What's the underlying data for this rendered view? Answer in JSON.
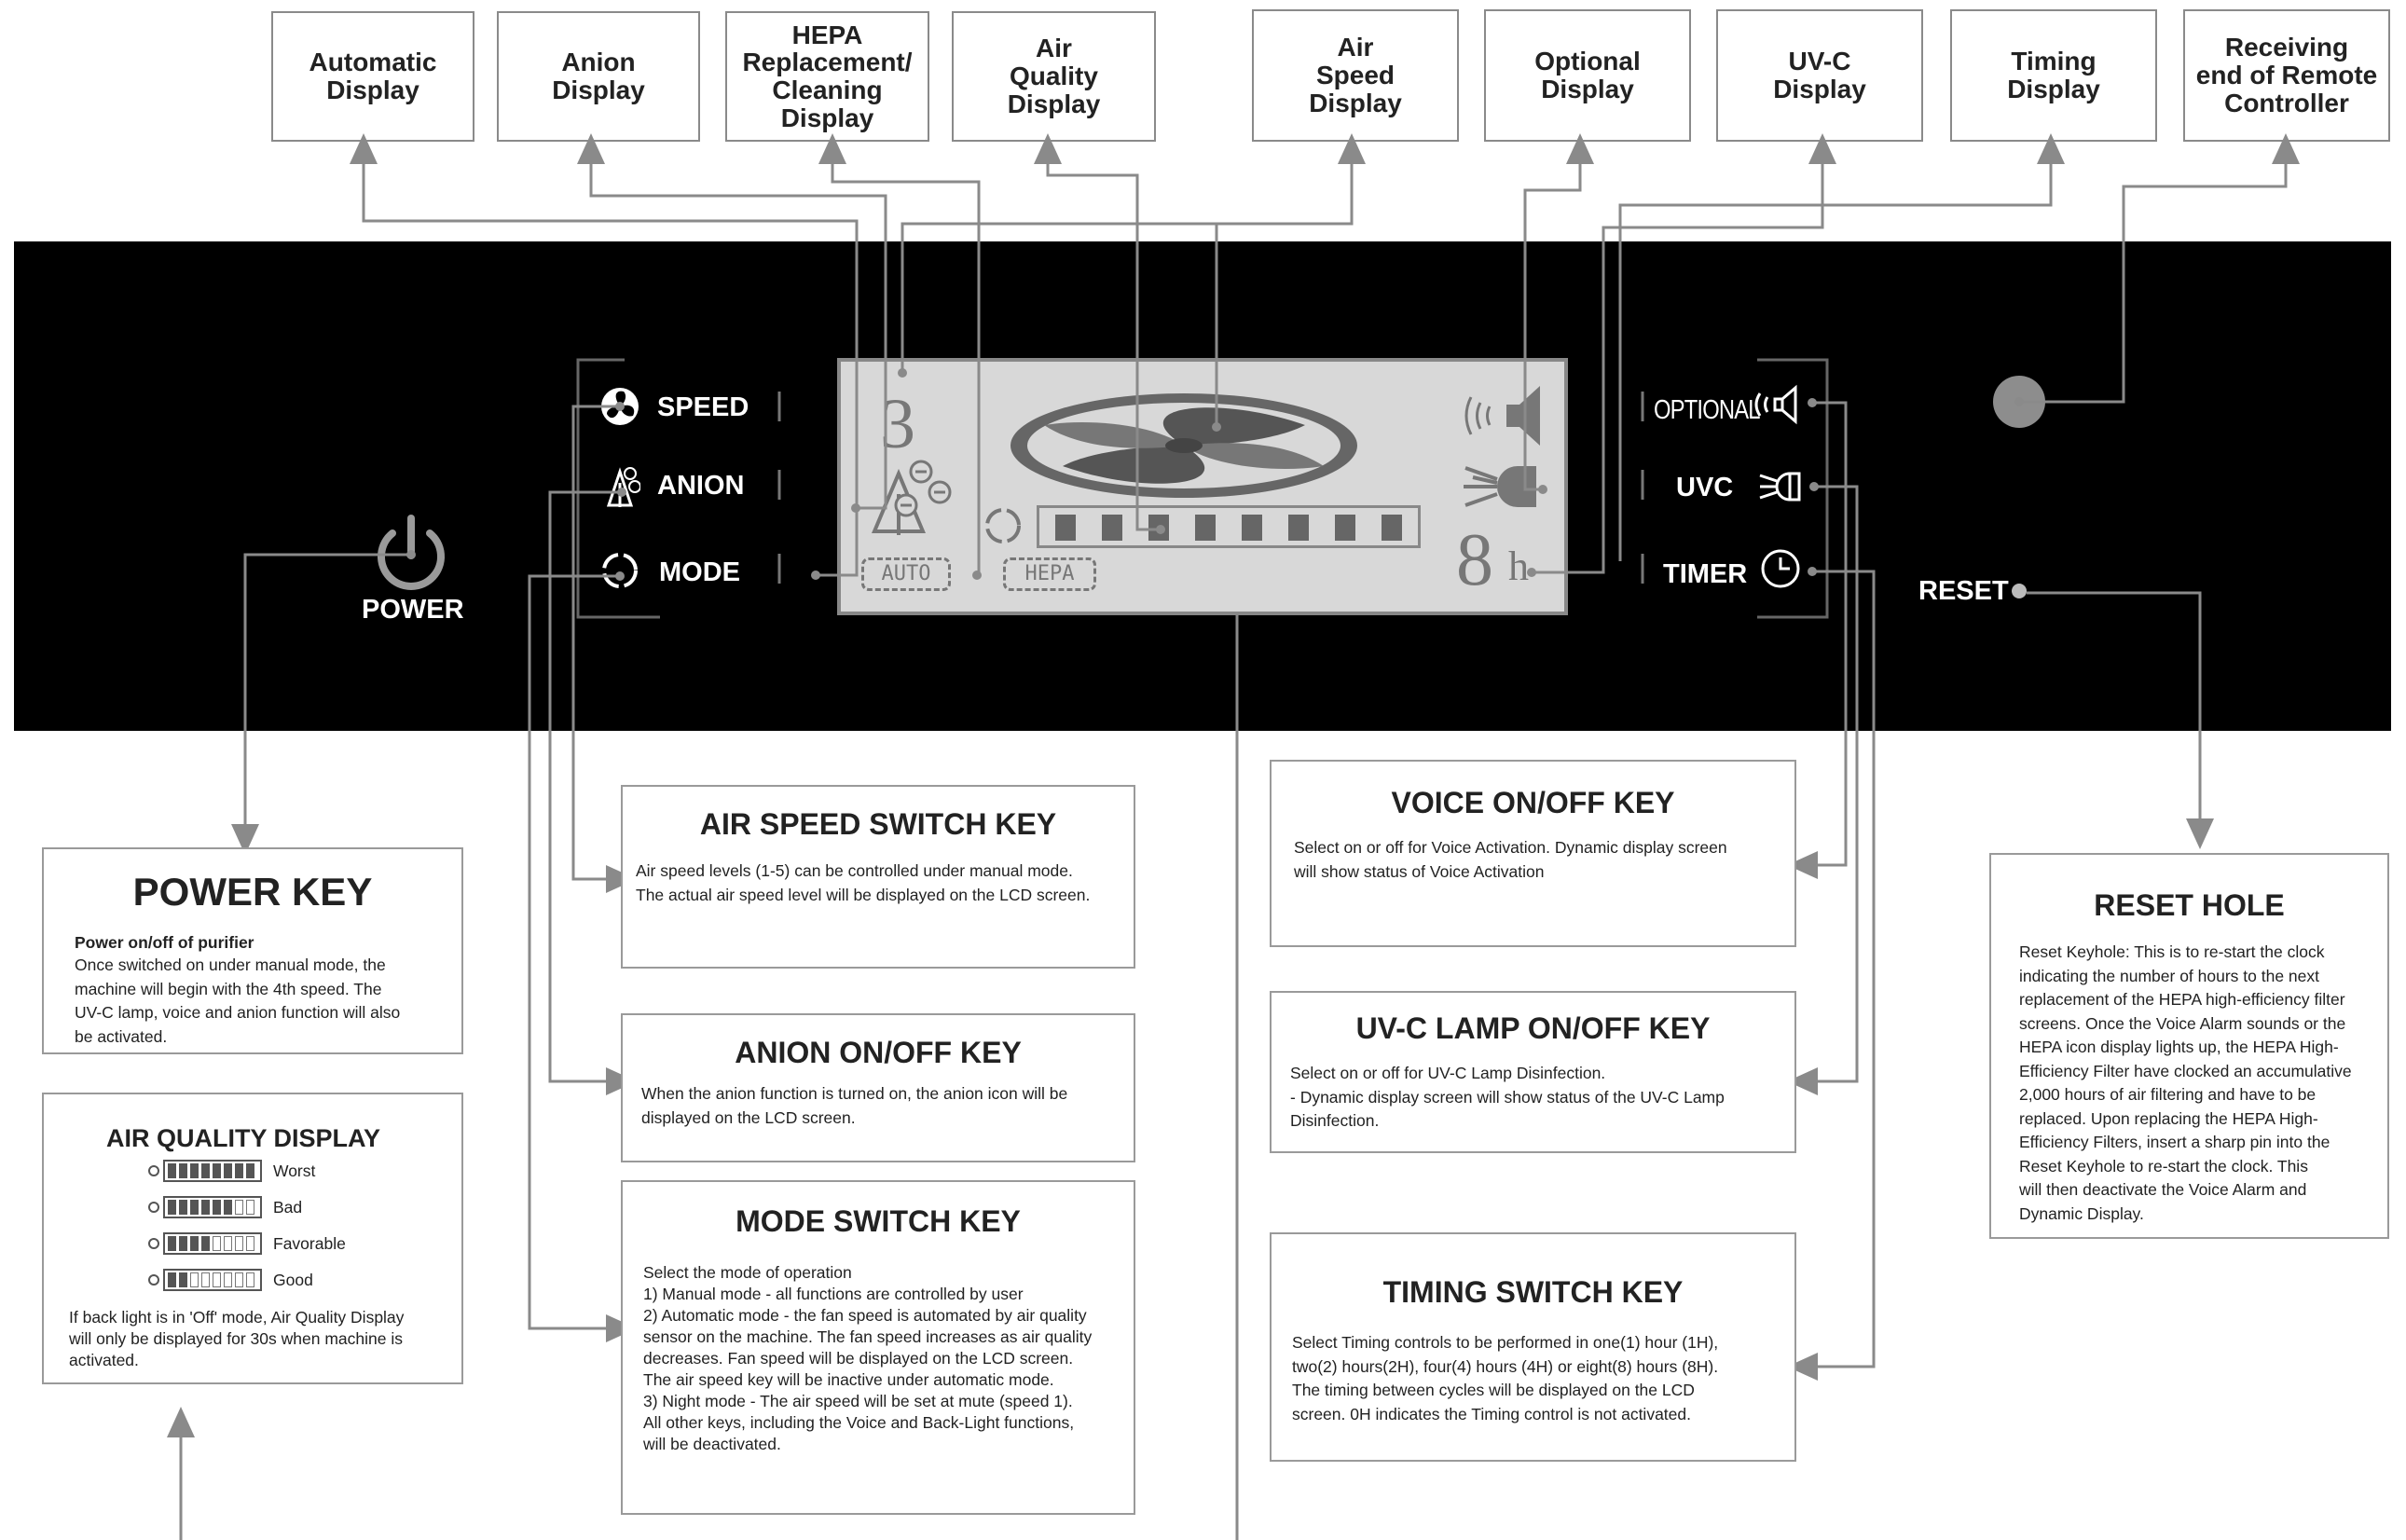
{
  "top_labels": [
    "Automatic\nDisplay",
    "Anion\nDisplay",
    "HEPA\nReplacement/\nCleaning\nDisplay",
    "Air\nQuality\nDisplay",
    "Air\nSpeed\nDisplay",
    "Optional\nDisplay",
    "UV-C\nDisplay",
    "Timing\nDisplay",
    "Receiving\nend of Remote\nController"
  ],
  "panel": {
    "power": "POWER",
    "speed": "SPEED",
    "anion": "ANION",
    "mode": "MODE",
    "optional": "OPTIONAL",
    "uvc": "UVC",
    "timer": "TIMER",
    "reset": "RESET"
  },
  "lcd": {
    "speed_digit": "3",
    "timer_digit": "8",
    "timer_unit": "h",
    "auto": "AUTO",
    "hepa": "HEPA",
    "air_quality_level": 8
  },
  "power_key": {
    "title": "POWER KEY",
    "subtitle": "Power on/off of purifier",
    "text": "Once switched on under manual mode, the\nmachine will begin with the 4th speed.  The\nUV-C lamp, voice and anion function will also\nbe activated."
  },
  "air_quality": {
    "title": "AIR QUALITY DISPLAY",
    "rows": [
      {
        "label": "Worst",
        "filled": 8
      },
      {
        "label": "Bad",
        "filled": 6
      },
      {
        "label": "Favorable",
        "filled": 4
      },
      {
        "label": "Good",
        "filled": 2
      }
    ],
    "text": "If back light is in 'Off' mode, Air Quality Display\nwill only be displayed for 30s when machine is\nactivated."
  },
  "air_speed_key": {
    "title": "AIR SPEED SWITCH KEY",
    "text": "Air speed levels (1-5) can be controlled under manual mode.\nThe actual air speed level will be displayed on the LCD screen."
  },
  "anion_key": {
    "title": "ANION ON/OFF KEY",
    "text": "When the anion function is  turned on, the anion icon will be\ndisplayed on the LCD screen."
  },
  "mode_key": {
    "title": "MODE SWITCH KEY",
    "text": "Select the mode of operation\n1) Manual mode - all functions are controlled by user\n2) Automatic mode - the fan speed is automated by air quality\nsensor on the machine. The fan speed increases as air quality\ndecreases.  Fan speed will be displayed on the LCD screen.\nThe air speed key will be inactive under automatic mode.\n3) Night mode - The air speed will be set at mute (speed 1).\nAll other keys, including the Voice and Back-Light functions,\nwill be deactivated."
  },
  "voice_key": {
    "title": "VOICE ON/OFF KEY",
    "text": "Select on or off for Voice Activation. Dynamic display screen\nwill show status of Voice Activation"
  },
  "uvc_key": {
    "title": "UV-C LAMP ON/OFF KEY",
    "text": "Select on or off for UV-C Lamp Disinfection.\n- Dynamic display screen will show status of the UV-C Lamp\n  Disinfection."
  },
  "timing_key": {
    "title": "TIMING SWITCH KEY",
    "text": "Select Timing controls  to be performed in one(1) hour (1H),\ntwo(2) hours(2H), four(4) hours (4H)  or eight(8) hours (8H).\nThe timing between cycles will be displayed on the LCD\nscreen. 0H indicates the Timing control is not  activated."
  },
  "reset_hole": {
    "title": "RESET HOLE",
    "text": "Reset Keyhole: This is to re-start the clock\nindicating the number of hours to the next\nreplacement of the HEPA high-efficiency filter\nscreens. Once the Voice Alarm sounds or the\nHEPA icon display lights up, the HEPA High-\nEfficiency Filter have clocked an accumulative\n2,000 hours of air filtering and have to be\nreplaced. Upon replacing the HEPA High-\nEfficiency Filters,  insert a sharp pin into the\nReset Keyhole to re-start the clock. This\nwill then deactivate the Voice Alarm and\nDynamic Display."
  },
  "colors": {
    "panel": "#000000",
    "lcd_bg": "#d8d8d8",
    "wire": "#8a8a8a",
    "box_border": "#9a9a9a"
  }
}
